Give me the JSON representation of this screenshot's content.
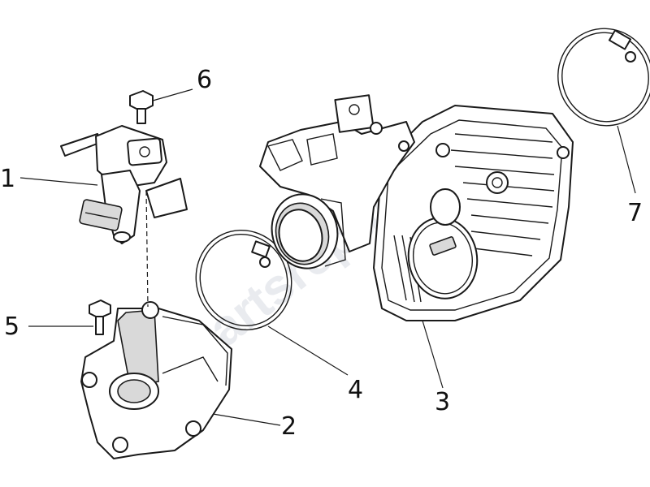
{
  "diagram": {
    "watermark": "Partsrepublik",
    "callouts": [
      {
        "id": "1",
        "label": "1"
      },
      {
        "id": "2",
        "label": "2"
      },
      {
        "id": "3",
        "label": "3"
      },
      {
        "id": "4",
        "label": "4"
      },
      {
        "id": "5",
        "label": "5"
      },
      {
        "id": "6",
        "label": "6"
      },
      {
        "id": "7",
        "label": "7"
      }
    ]
  }
}
